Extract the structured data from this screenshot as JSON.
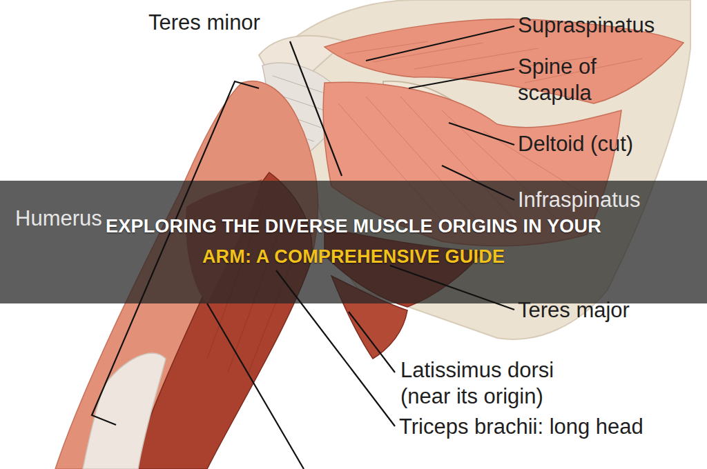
{
  "diagram": {
    "title": "EXPLORING THE DIVERSE MUSCLE ORIGINS IN YOUR ARM: A COMPREHENSIVE GUIDE",
    "labels": [
      "Teres minor",
      "Supraspinatus",
      "Spine of scapula",
      "Deltoid (cut)",
      "Infraspinatus",
      "Humerus",
      "Teres major",
      "Latissimus dorsi (near its origin)",
      "Triceps brachii: long head"
    ]
  }
}
